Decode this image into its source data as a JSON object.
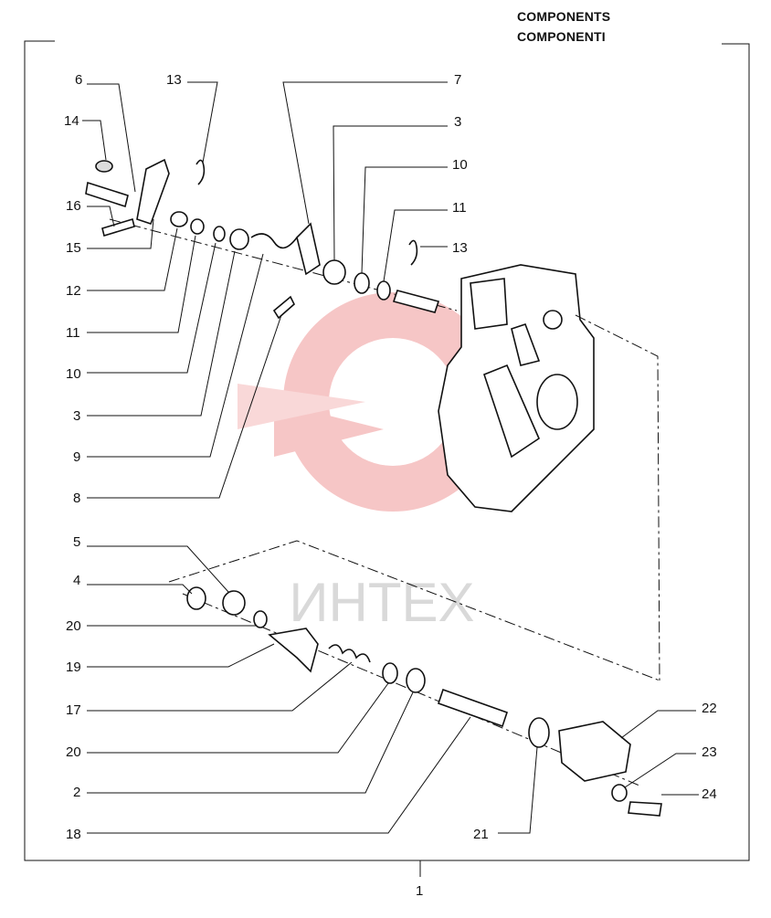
{
  "header": {
    "title_en": "COMPONENTS",
    "title_it": "COMPONENTI"
  },
  "watermark": {
    "text": "ИНТЕХ",
    "logo_color": "#f4b3b3",
    "text_color": "#d9d9d9"
  },
  "assembly_number": "1",
  "callouts": {
    "c6": "6",
    "c14": "14",
    "c13a": "13",
    "c7": "7",
    "c3a": "3",
    "c10a": "10",
    "c11a": "11",
    "c13b": "13",
    "c16": "16",
    "c15": "15",
    "c12": "12",
    "c11b": "11",
    "c10b": "10",
    "c3b": "3",
    "c9": "9",
    "c8": "8",
    "c5": "5",
    "c4": "4",
    "c20a": "20",
    "c19": "19",
    "c17": "17",
    "c20b": "20",
    "c2": "2",
    "c18": "18",
    "c21": "21",
    "c22": "22",
    "c23": "23",
    "c24": "24"
  }
}
